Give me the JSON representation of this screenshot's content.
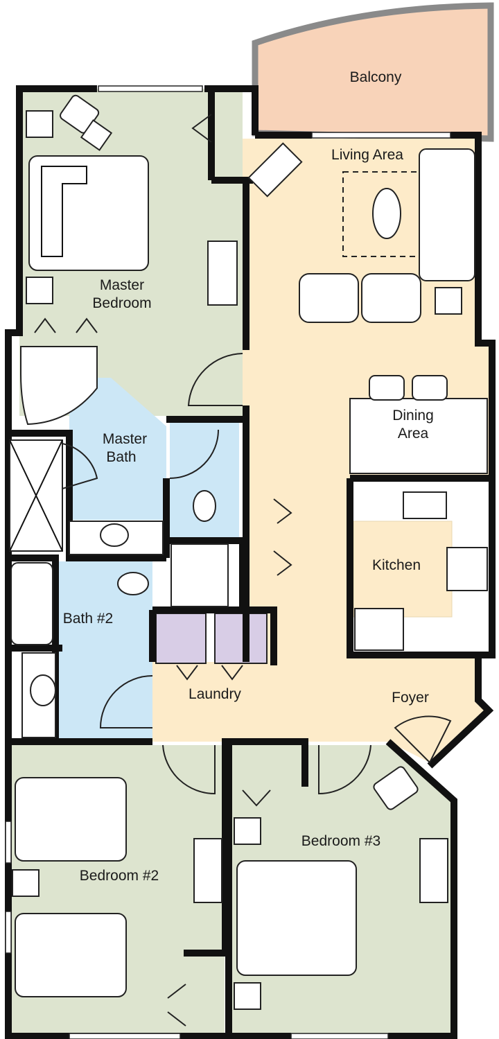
{
  "plan": {
    "colors": {
      "bedroom": "#dde4cf",
      "living": "#fdebc9",
      "bath": "#cce7f6",
      "balcony": "#f8d3b9",
      "laundry": "#d8cde6",
      "wall": "#111111"
    },
    "rooms": {
      "balcony": {
        "lines": [
          "Balcony"
        ]
      },
      "living_area": {
        "lines": [
          "Living Area"
        ]
      },
      "master_bedroom": {
        "lines": [
          "Master",
          "Bedroom"
        ]
      },
      "master_bath": {
        "lines": [
          "Master",
          "Bath"
        ]
      },
      "dining_area": {
        "lines": [
          "Dining",
          "Area"
        ]
      },
      "kitchen": {
        "lines": [
          "Kitchen"
        ]
      },
      "bath_2": {
        "lines": [
          "Bath #2"
        ]
      },
      "laundry": {
        "lines": [
          "Laundry"
        ]
      },
      "foyer": {
        "lines": [
          "Foyer"
        ]
      },
      "bedroom_2": {
        "lines": [
          "Bedroom #2"
        ]
      },
      "bedroom_3": {
        "lines": [
          "Bedroom #3"
        ]
      }
    }
  }
}
